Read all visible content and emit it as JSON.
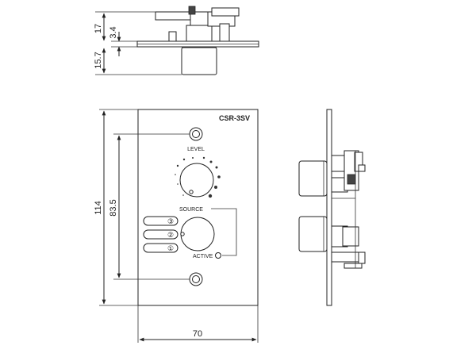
{
  "model": "CSR-3SV",
  "labels": {
    "level": "LEVEL",
    "source": "SOURCE",
    "active": "ACTIVE"
  },
  "source_numbers": [
    "③",
    "②",
    "①"
  ],
  "dimensions": {
    "height_top": "17",
    "thickness": "3.4",
    "knob_depth": "15.7",
    "panel_height": "114",
    "hole_pitch": "83.5",
    "panel_width": "70"
  }
}
